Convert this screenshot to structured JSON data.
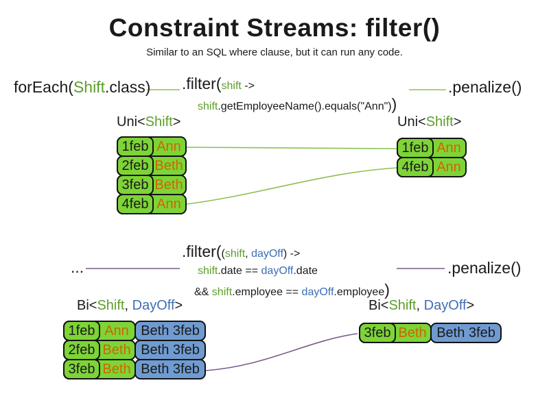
{
  "title": "Constraint Streams: filter()",
  "subtitle": "Similar to an SQL where clause, but it can run any code.",
  "colors": {
    "green_box": "#7ed437",
    "blue_box": "#6f9bd1",
    "green_text": "#5a9e28",
    "blue_text": "#3d6eb5",
    "orange_text": "#cc6600",
    "green_line": "#8cc050",
    "purple_line": "#7b5a8b"
  },
  "uni": {
    "source": {
      "pre": "forEach(",
      "type": "Shift",
      "post": ".class)"
    },
    "filter": {
      "method": ".filter(",
      "param": "shift",
      "arrow": " ->",
      "body_param": "shift",
      "body_rest": ".getEmployeeName().equals(\"Ann\")",
      "close": ")"
    },
    "penalize": ".penalize()",
    "left_label": {
      "pre": "Uni<",
      "type": "Shift",
      "post": ">"
    },
    "right_label": {
      "pre": "Uni<",
      "type": "Shift",
      "post": ">"
    },
    "left_rows": [
      {
        "date": "1feb",
        "name": "Ann"
      },
      {
        "date": "2feb",
        "name": "Beth"
      },
      {
        "date": "3feb",
        "name": "Beth"
      },
      {
        "date": "4feb",
        "name": "Ann"
      }
    ],
    "right_rows": [
      {
        "date": "1feb",
        "name": "Ann"
      },
      {
        "date": "4feb",
        "name": "Ann"
      }
    ]
  },
  "bi": {
    "source": "...",
    "filter": {
      "method": ".filter(",
      "open": "(",
      "param1": "shift",
      "comma": ", ",
      "param2": "dayOff",
      "arrow": ") ->",
      "line2_p1": "shift",
      "line2_mid": ".date == ",
      "line2_p2": "dayOff",
      "line2_end": ".date",
      "line3_amp": "&& ",
      "line3_p1": "shift",
      "line3_mid": ".employee == ",
      "line3_p2": "dayOff",
      "line3_end": ".employee",
      "close": ")"
    },
    "penalize": ".penalize()",
    "left_label": {
      "pre": "Bi<",
      "type1": "Shift",
      "comma": ", ",
      "type2": "DayOff",
      "post": ">"
    },
    "right_label": {
      "pre": "Bi<",
      "type1": "Shift",
      "comma": ", ",
      "type2": "DayOff",
      "post": ">"
    },
    "left_rows": [
      {
        "date": "1feb",
        "name": "Ann",
        "dayoff": "Beth 3feb"
      },
      {
        "date": "2feb",
        "name": "Beth",
        "dayoff": "Beth 3feb"
      },
      {
        "date": "3feb",
        "name": "Beth",
        "dayoff": "Beth 3feb"
      }
    ],
    "right_rows": [
      {
        "date": "3feb",
        "name": "Beth",
        "dayoff": "Beth 3feb"
      }
    ]
  }
}
